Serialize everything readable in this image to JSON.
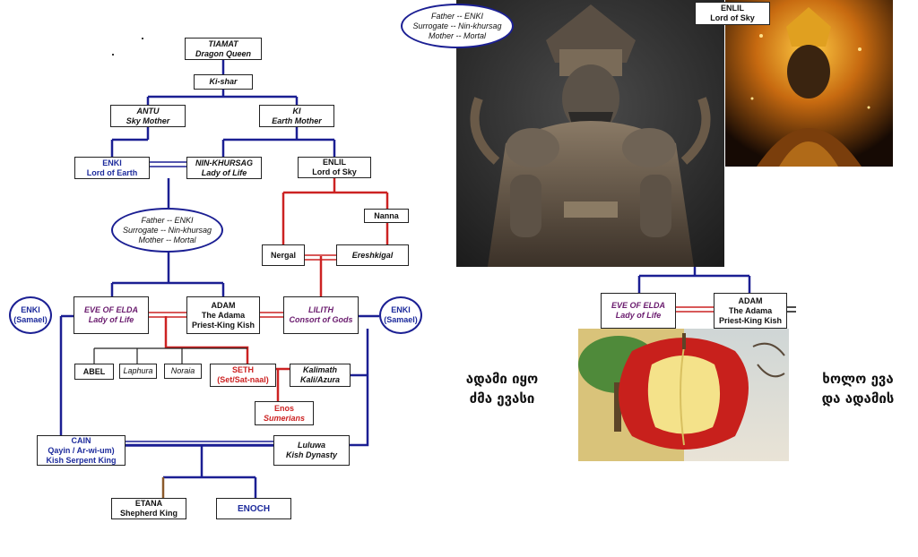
{
  "tree": {
    "tiamat": {
      "name": "TIAMAT",
      "title": "Dragon Queen"
    },
    "kishar": {
      "name": "Ki-shar"
    },
    "antu": {
      "name": "ANTU",
      "title": "Sky Mother"
    },
    "ki": {
      "name": "KI",
      "title": "Earth Mother"
    },
    "enki": {
      "name": "ENKI",
      "title": "Lord of Earth"
    },
    "ninkhursag": {
      "name": "NIN-KHURSAG",
      "title": "Lady of Life"
    },
    "enlil": {
      "name": "ENLIL",
      "title": "Lord of Sky"
    },
    "nanna": {
      "name": "Nanna"
    },
    "nergal": {
      "name": "Nergal"
    },
    "ereshkigal": {
      "name": "Ereshkigal"
    },
    "parents_oval": {
      "father": "Father -- ENKI",
      "surrogate": "Surrogate -- Nin-khursag",
      "mother": "Mother -- Mortal"
    },
    "enki_left": {
      "name": "ENKI",
      "title": "(Samael)"
    },
    "eve": {
      "name": "EVE OF ELDA",
      "title": "Lady of Life"
    },
    "adam": {
      "name": "ADAM",
      "line2": "The Adama",
      "line3": "Priest-King Kish"
    },
    "lilith": {
      "name": "LILITH",
      "title": "Consort of Gods"
    },
    "enki_right": {
      "name": "ENKI",
      "title": "(Samael)"
    },
    "abel": {
      "name": "ABEL"
    },
    "laphura": {
      "name": "Laphura"
    },
    "noraia": {
      "name": "Noraia"
    },
    "seth": {
      "name": "SETH",
      "title": "(Set/Sat-naal)"
    },
    "kalimath": {
      "name": "Kalimath",
      "title": "Kali/Azura"
    },
    "enos": {
      "name": "Enos",
      "title": "Sumerians"
    },
    "cain": {
      "name": "CAIN",
      "line2": "Qayin / Ar-wi-um)",
      "line3": "Kish Serpent King"
    },
    "luluwa": {
      "name": "Luluwa",
      "title": "Kish Dynasty"
    },
    "etana": {
      "name": "ETANA",
      "title": "Shepherd King"
    },
    "enoch": {
      "name": "ENOCH"
    }
  },
  "right_panel": {
    "oval": {
      "father": "Father -- ENKI",
      "surrogate": "Surrogate -- Nin-khursag",
      "mother": "Mother -- Mortal"
    },
    "enlil": {
      "name": "ENLIL",
      "title": "Lord of Sky"
    },
    "eve": {
      "name": "EVE OF ELDA",
      "title": "Lady of Life"
    },
    "adam": {
      "name": "ADAM",
      "line2": "The Adama",
      "line3": "Priest-King Kish"
    },
    "caption_left": {
      "line1": "ადამი იყო",
      "line2": "ძმა ევასი"
    },
    "caption_right": {
      "line1": "ხოლო ევა",
      "line2": "და ადამის"
    }
  },
  "colors": {
    "blue_line": "#1b1f93",
    "red_line": "#cc2222",
    "brown_line": "#8b5a2b",
    "purple_text": "#6a1b6e",
    "blue_text": "#1d2b9c"
  }
}
